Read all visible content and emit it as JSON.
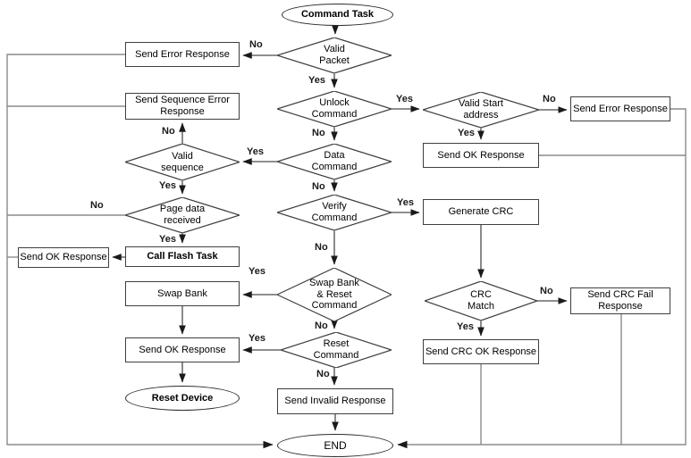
{
  "diagram_type": "flowchart",
  "colors": {
    "background": "#ffffff",
    "node_fill": "#ffffff",
    "node_border": "#3f3f3f",
    "connector": "#8c8c8c",
    "arrow": "#1a1a1a",
    "text": "#000000"
  },
  "nodes": {
    "command_task": {
      "type": "terminator",
      "label": "Command Task"
    },
    "valid_packet": {
      "type": "decision",
      "label": "Valid Packet"
    },
    "send_error_left": {
      "type": "process",
      "label": "Send Error Response"
    },
    "send_seq_error": {
      "type": "process",
      "label": "Send Sequence Error Response"
    },
    "unlock_command": {
      "type": "decision",
      "label": "Unlock Command"
    },
    "valid_start_address": {
      "type": "decision",
      "label": "Valid Start address"
    },
    "send_error_right": {
      "type": "process",
      "label": "Send Error Response"
    },
    "send_ok_right": {
      "type": "process",
      "label": "Send OK Response"
    },
    "data_command": {
      "type": "decision",
      "label": "Data Command"
    },
    "valid_sequence": {
      "type": "decision",
      "label": "Valid sequence"
    },
    "page_data_received": {
      "type": "decision",
      "label": "Page data received"
    },
    "call_flash_task": {
      "type": "process",
      "label": "Call Flash Task"
    },
    "send_ok_left": {
      "type": "process",
      "label": "Send OK Response"
    },
    "verify_command": {
      "type": "decision",
      "label": "Verify Command"
    },
    "generate_crc": {
      "type": "process",
      "label": "Generate CRC"
    },
    "swap_bank_reset": {
      "type": "decision",
      "label": "Swap Bank & Reset Command"
    },
    "swap_bank": {
      "type": "process",
      "label": "Swap Bank"
    },
    "reset_command": {
      "type": "decision",
      "label": "Reset Command"
    },
    "send_ok_bottom": {
      "type": "process",
      "label": "Send OK Response"
    },
    "reset_device": {
      "type": "terminator",
      "label": "Reset Device"
    },
    "send_invalid": {
      "type": "process",
      "label": "Send Invalid  Response"
    },
    "crc_match": {
      "type": "decision",
      "label": "CRC Match"
    },
    "send_crc_fail": {
      "type": "process",
      "label": "Send CRC Fail Response"
    },
    "send_crc_ok": {
      "type": "process",
      "label": "Send CRC OK Response"
    },
    "end": {
      "type": "terminator",
      "label": "END"
    }
  },
  "edge_labels": {
    "valid_packet_no": {
      "text": "No"
    },
    "valid_packet_yes": {
      "text": "Yes"
    },
    "unlock_yes": {
      "text": "Yes"
    },
    "unlock_no": {
      "text": "No"
    },
    "valid_start_no": {
      "text": "No"
    },
    "valid_start_yes": {
      "text": "Yes"
    },
    "data_yes": {
      "text": "Yes"
    },
    "data_no": {
      "text": "No"
    },
    "valid_seq_no": {
      "text": "No"
    },
    "valid_seq_yes": {
      "text": "Yes"
    },
    "page_data_no": {
      "text": "No"
    },
    "page_data_yes": {
      "text": "Yes"
    },
    "verify_yes": {
      "text": "Yes"
    },
    "verify_no": {
      "text": "No"
    },
    "swap_yes": {
      "text": "Yes"
    },
    "swap_no": {
      "text": "No"
    },
    "reset_yes": {
      "text": "Yes"
    },
    "reset_no": {
      "text": "No"
    },
    "crc_no": {
      "text": "No"
    },
    "crc_yes": {
      "text": "Yes"
    }
  }
}
